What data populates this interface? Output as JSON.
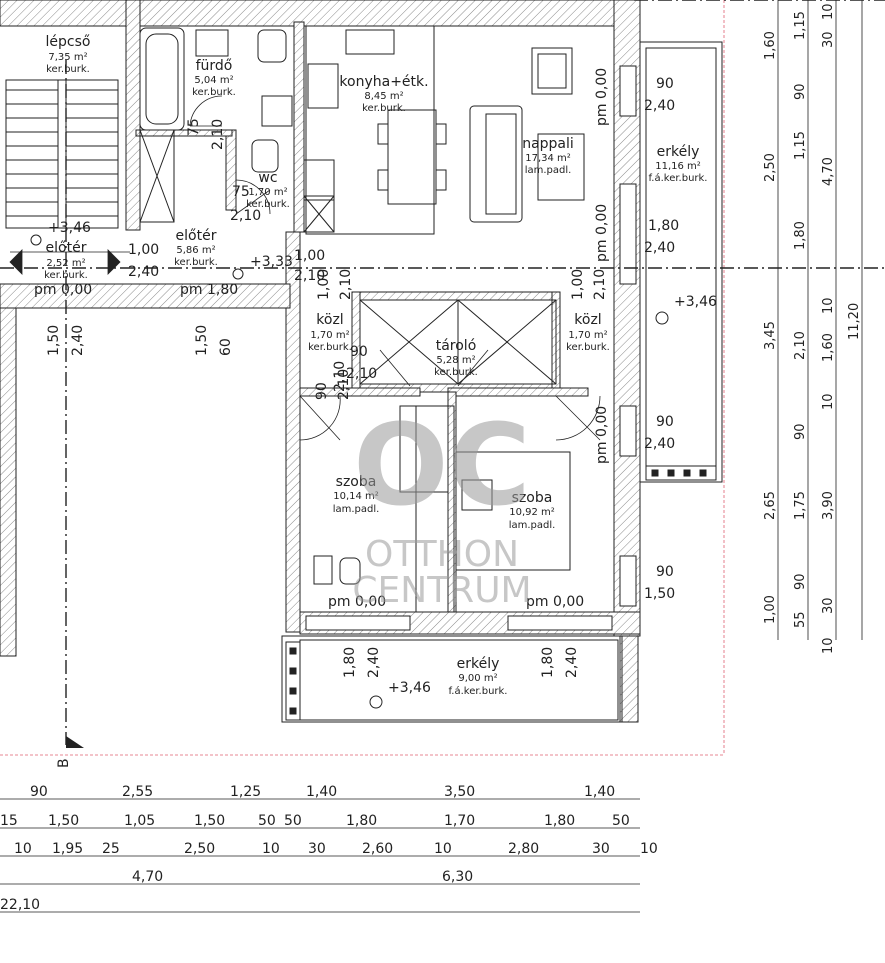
{
  "rooms": [
    {
      "name": "lépcső",
      "area": "7,35 m²",
      "floor": "ker.burk."
    },
    {
      "name": "fürdő",
      "area": "5,04 m²",
      "floor": "ker.burk."
    },
    {
      "name": "konyha+étk.",
      "area": "8,45 m²",
      "floor": "ker.burk."
    },
    {
      "name": "nappali",
      "area": "17,34 m²",
      "floor": "lam.padl."
    },
    {
      "name": "erkély",
      "area": "11,16 m²",
      "floor": "f.á.ker.burk."
    },
    {
      "name": "wc",
      "area": "1,70 m²",
      "floor": "ker.burk."
    },
    {
      "name": "előtér",
      "area": "5,86 m²",
      "floor": "ker.burk."
    },
    {
      "name": "előtér",
      "area": "2,52 m²",
      "floor": "ker.burk."
    },
    {
      "name": "közl",
      "area": "1,70 m²",
      "floor": "ker.burk."
    },
    {
      "name": "tároló",
      "area": "5,28 m²",
      "floor": "ker.burk."
    },
    {
      "name": "közl",
      "area": "1,70 m²",
      "floor": "ker.burk."
    },
    {
      "name": "szoba",
      "area": "10,14 m²",
      "floor": "lam.padl."
    },
    {
      "name": "szoba",
      "area": "10,92 m²",
      "floor": "lam.padl."
    },
    {
      "name": "erkély",
      "area": "9,00 m²",
      "floor": "f.á.ker.burk."
    }
  ],
  "level_marks": {
    "pm_labels": [
      "pm 0,00",
      "pm 1,80",
      "pm 0,00",
      "pm 0,00"
    ],
    "pm_vertical": [
      "pm 0,00",
      "pm 0,00",
      "pm 0,00"
    ],
    "elevations": [
      "+3,46",
      "+3,46",
      "+3,33",
      "+3,46"
    ]
  },
  "openings": {
    "values": [
      "90",
      "2,40",
      "1,80",
      "2,40",
      "90",
      "2,40",
      "90",
      "1,50",
      "1,00",
      "2,40",
      "2,10",
      "1,00",
      "2,10",
      "1,00",
      "2,10",
      "90",
      "2,10",
      "90",
      "2,10",
      "1,00",
      "2,10",
      "1,80",
      "2,40",
      "1,80",
      "2,40",
      "75",
      "2,10",
      "75",
      "2,10",
      "1,50",
      "2,40",
      "1,50",
      "60"
    ]
  },
  "dimensions": {
    "right_col1": [
      "1,60",
      "2,50",
      "3,45",
      "2,65",
      "1,00"
    ],
    "right_col2": [
      "1,15",
      "90",
      "1,15",
      "1,80",
      "2,10",
      "90",
      "1,75",
      "90",
      "55"
    ],
    "right_col3": [
      "30",
      "4,70",
      "10",
      "1,60",
      "10",
      "3,90",
      "30",
      "10"
    ],
    "right_col4": [
      "10",
      "11,20"
    ],
    "bottom_row1": [
      "90",
      "2,55",
      "1,25",
      "1,40",
      "3,50",
      "1,40"
    ],
    "bottom_row2": [
      "15",
      "1,50",
      "1,05",
      "1,50",
      "50",
      "50",
      "1,80",
      "1,70",
      "1,80",
      "50"
    ],
    "bottom_row3": [
      "10",
      "1,95",
      "25",
      "2,50",
      "10",
      "30",
      "2,60",
      "10",
      "2,80",
      "30",
      "10"
    ],
    "bottom_row4": [
      "4,70",
      "6,30"
    ],
    "bottom_row5": [
      "22,10"
    ]
  },
  "section_mark": "B",
  "watermark": {
    "logo": "OC",
    "line1": "OTTHON",
    "line2": "CENTRUM"
  },
  "colors": {
    "wall": "#222222",
    "hatch": "#9a9a9a",
    "axis": "#222222",
    "boundary": "#e06070",
    "watermark": "#9a9a9a"
  }
}
